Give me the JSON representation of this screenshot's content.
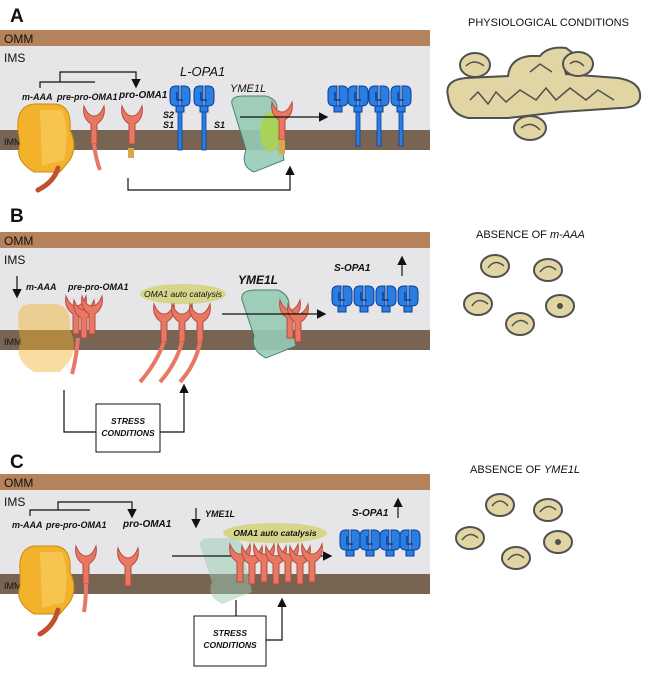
{
  "colors": {
    "omm": "#b5835b",
    "ims": "#e6e6e8",
    "imm": "#786452",
    "maaa": "#f2b22b",
    "oma1": "#e87764",
    "yme1l": "#97cbb5",
    "opa1": "#2a7de1",
    "mito_fill": "#e2d5a4",
    "mito_stroke": "#505050"
  },
  "panel_a": {
    "letter": "A",
    "omm": "OMM",
    "ims": "IMS",
    "imm": "IMM",
    "m_aaa": "m-AAA",
    "pre_pro_oma1": "pre-pro-OMA1",
    "pro_oma1": "pro-OMA1",
    "l_opa1": "L-OPA1",
    "s2": "S2",
    "s1a": "S1",
    "s1b": "S1",
    "yme1l": "YME1L",
    "condition": "PHYSIOLOGICAL CONDITIONS"
  },
  "panel_b": {
    "letter": "B",
    "omm": "OMM",
    "ims": "IMS",
    "imm": "IMM",
    "m_aaa": "m-AAA",
    "pre_pro_oma1": "pre-pro-OMA1",
    "oma1_auto": "OMA1 auto catalysis",
    "yme1l": "YME1L",
    "s_opa1": "S-OPA1",
    "stress_1": "STRESS",
    "stress_2": "CONDITIONS",
    "condition_prefix": "ABSENCE OF ",
    "condition_em": "m-AAA"
  },
  "panel_c": {
    "letter": "C",
    "omm": "OMM",
    "ims": "IMS",
    "imm": "IMM",
    "m_aaa": "m-AAA",
    "pre_pro_oma1": "pre-pro-OMA1",
    "pro_oma1": "pro-OMA1",
    "yme1l": "YME1L",
    "oma1_auto": "OMA1 auto catalysis",
    "s_opa1": "S-OPA1",
    "stress_1": "STRESS",
    "stress_2": "CONDITIONS",
    "condition_prefix": "ABSENCE OF ",
    "condition_em": "YME1L"
  }
}
